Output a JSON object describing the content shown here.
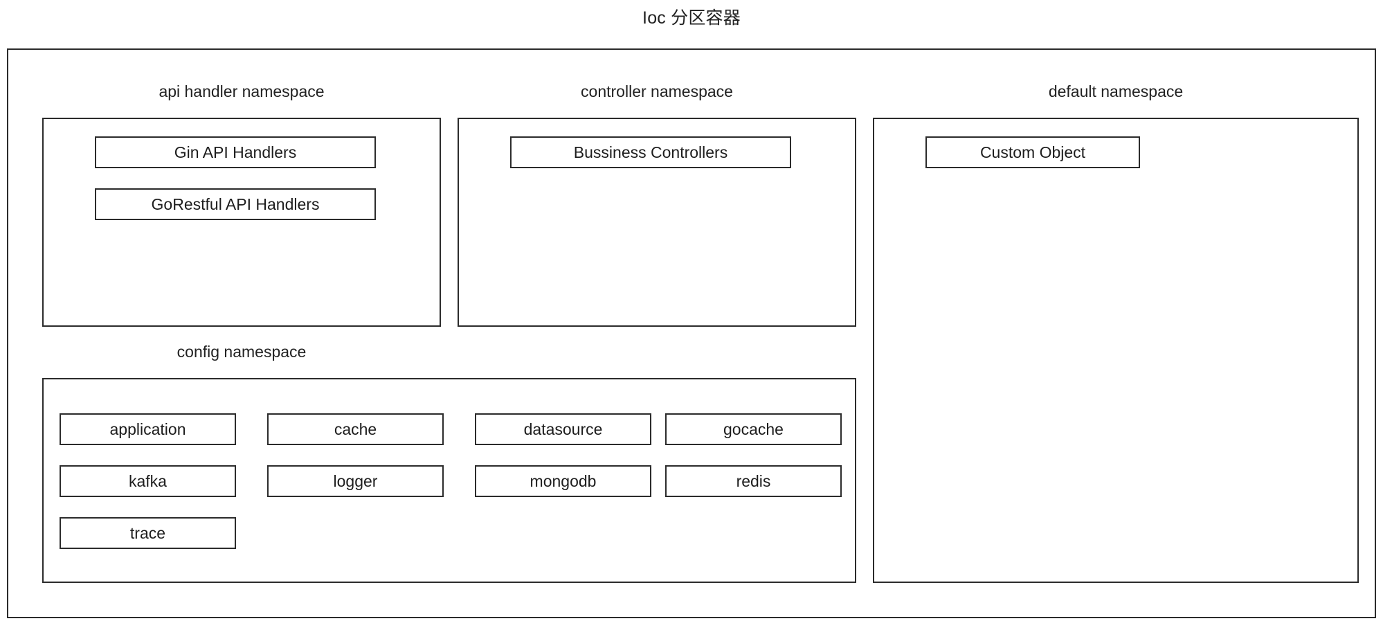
{
  "diagram": {
    "title": "Ioc 分区容器",
    "type": "nested-container-diagram",
    "colors": {
      "border": "#2b2b2b",
      "background": "#ffffff",
      "text": "#1d1d1d"
    },
    "namespaces": [
      {
        "id": "api-handler",
        "label": "api handler namespace",
        "items": [
          {
            "id": "gin-api-handlers",
            "label": "Gin API Handlers"
          },
          {
            "id": "gorestful-api-handlers",
            "label": "GoRestful API Handlers"
          }
        ]
      },
      {
        "id": "controller",
        "label": "controller namespace",
        "items": [
          {
            "id": "bussiness-controllers",
            "label": "Bussiness Controllers"
          }
        ]
      },
      {
        "id": "default",
        "label": "default namespace",
        "items": [
          {
            "id": "custom-object",
            "label": "Custom Object"
          }
        ]
      },
      {
        "id": "config",
        "label": "config namespace",
        "items": [
          {
            "id": "application",
            "label": "application"
          },
          {
            "id": "cache",
            "label": "cache"
          },
          {
            "id": "datasource",
            "label": "datasource"
          },
          {
            "id": "gocache",
            "label": "gocache"
          },
          {
            "id": "kafka",
            "label": "kafka"
          },
          {
            "id": "logger",
            "label": "logger"
          },
          {
            "id": "mongodb",
            "label": "mongodb"
          },
          {
            "id": "redis",
            "label": "redis"
          },
          {
            "id": "trace",
            "label": "trace"
          }
        ]
      }
    ]
  }
}
